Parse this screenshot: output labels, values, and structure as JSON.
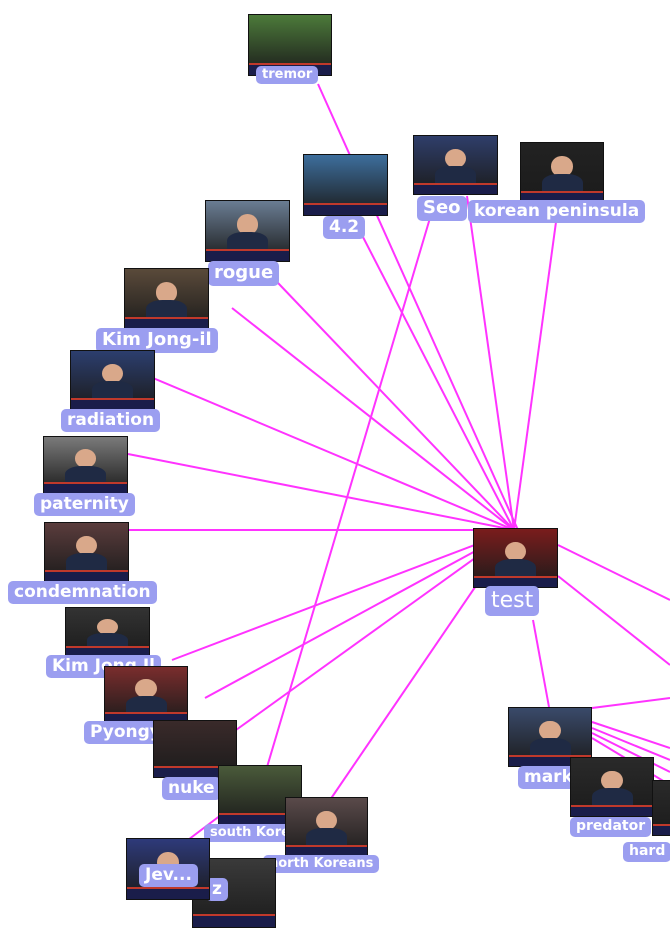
{
  "diagram": {
    "center_node": "test",
    "edge_color": "#ff33ff",
    "label_color": "#9b9ef0",
    "nodes": [
      {
        "id": "tremor",
        "label": "tremor",
        "scene": "#4c7a3a"
      },
      {
        "id": "n42",
        "label": "4.2",
        "scene": "#3d6e9c"
      },
      {
        "id": "seoul",
        "label": "Seo",
        "scene": "#2f3e6a"
      },
      {
        "id": "korean_peninsula",
        "label": "korean peninsula",
        "scene": "#222222"
      },
      {
        "id": "rogue",
        "label": "rogue",
        "scene": "#6a7d93"
      },
      {
        "id": "kim_jong_il_1",
        "label": "Kim Jong-il",
        "scene": "#5a4a3a"
      },
      {
        "id": "radiation",
        "label": "radiation",
        "scene": "#2c3e6e"
      },
      {
        "id": "paternity",
        "label": "paternity",
        "scene": "#7a7a7a"
      },
      {
        "id": "condemnation",
        "label": "condemnation",
        "scene": "#5a3c3c"
      },
      {
        "id": "kim_jong_il_2",
        "label": "Kim Jong Il",
        "scene": "#333333"
      },
      {
        "id": "pyongyang",
        "label": "Pyongyang",
        "scene": "#7a2d2d"
      },
      {
        "id": "nuke",
        "label": "nuke",
        "scene": "#3a2a2a"
      },
      {
        "id": "south_korea",
        "label": "south Korea",
        "scene": "#4a5a3a"
      },
      {
        "id": "north_koreans",
        "label": "north Koreans",
        "scene": "#5a4a4a"
      },
      {
        "id": "jev",
        "label": "Jev...",
        "scene": "#2e3a7a"
      },
      {
        "id": "z",
        "label": "z",
        "scene": "#3a3a3a"
      },
      {
        "id": "test",
        "label": "test",
        "scene": "#7a1c1c"
      },
      {
        "id": "mark",
        "label": "mark",
        "scene": "#3a4a6a"
      },
      {
        "id": "predator",
        "label": "predator",
        "scene": "#2a2a2a"
      },
      {
        "id": "hard",
        "label": "hard",
        "scene": "#2a2a2a"
      }
    ]
  }
}
